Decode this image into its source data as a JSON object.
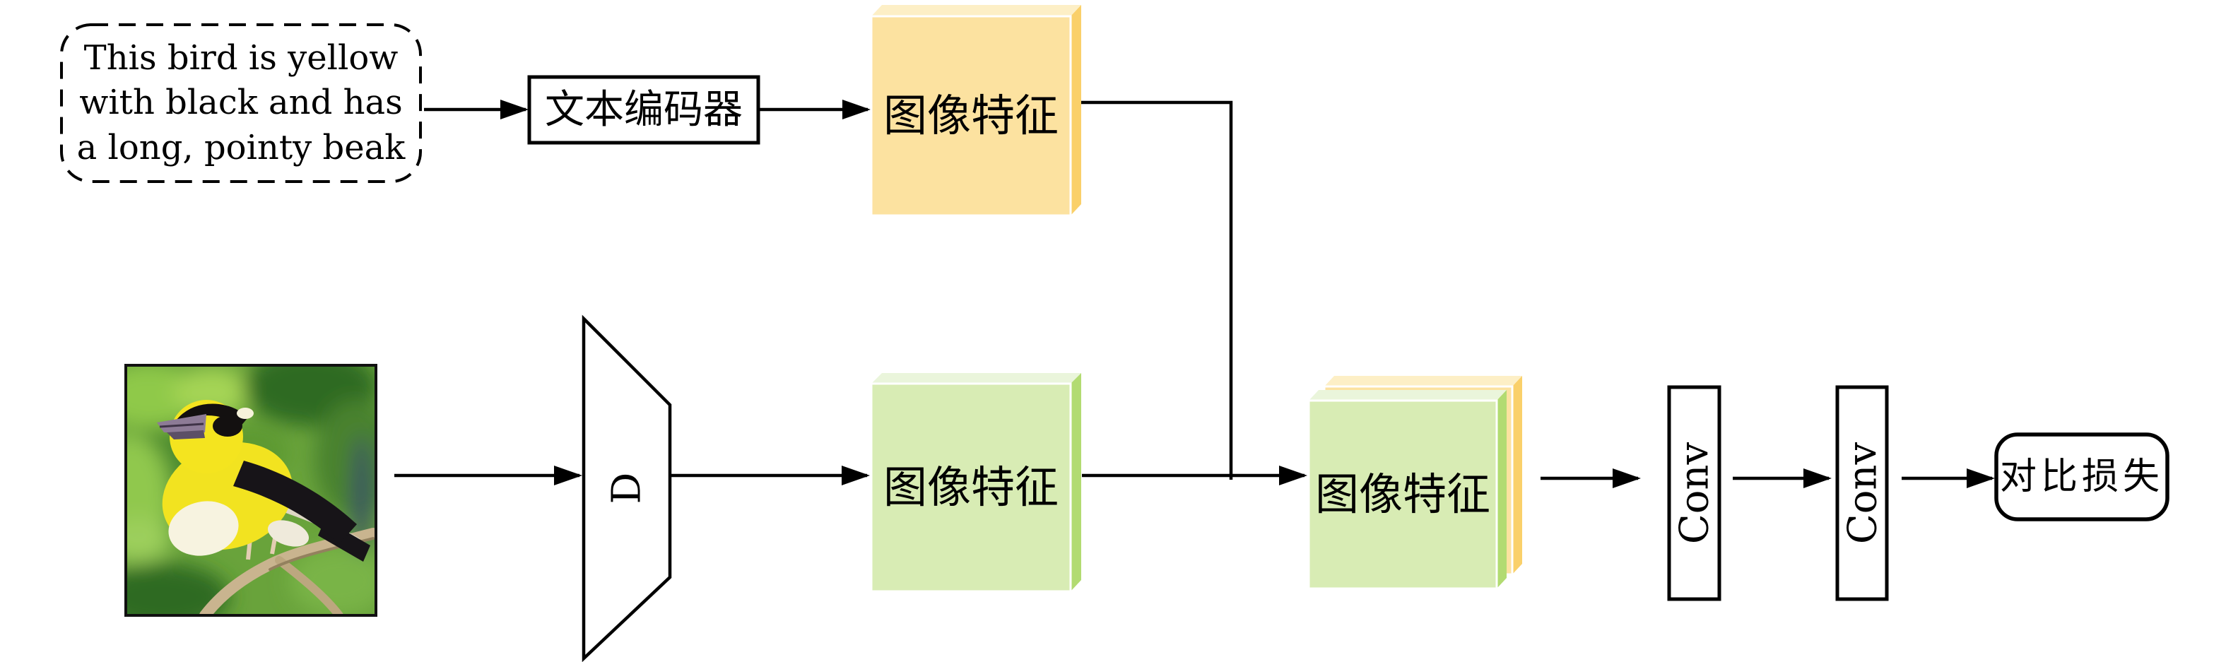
{
  "figure": {
    "type": "model-architecture-diagram",
    "caption_input": {
      "text": "This bird is yellow\nwith black and has\na long, pointy beak"
    },
    "text_encoder": {
      "label": "文本编码器"
    },
    "text_feature_block": {
      "label": "图像特征"
    },
    "image_input": {
      "description": "yellow bird with black wings perched on a branch"
    },
    "discriminator": {
      "label": "D"
    },
    "image_feature_block": {
      "label": "图像特征"
    },
    "fused_feature_block": {
      "label": "图像特征"
    },
    "conv_block_1": {
      "label": "Conv"
    },
    "conv_block_2": {
      "label": "Conv"
    },
    "loss_block": {
      "label": "对比损失"
    },
    "colors": {
      "yellow_face": "#FCE2A0",
      "yellow_side": "#FAD06A",
      "yellow_top": "#FDEFC6",
      "green_face": "#D8ECB4",
      "green_side": "#B2DB72",
      "green_top": "#EAF5DB",
      "line": "#000000",
      "background": "#FFFFFF"
    }
  }
}
